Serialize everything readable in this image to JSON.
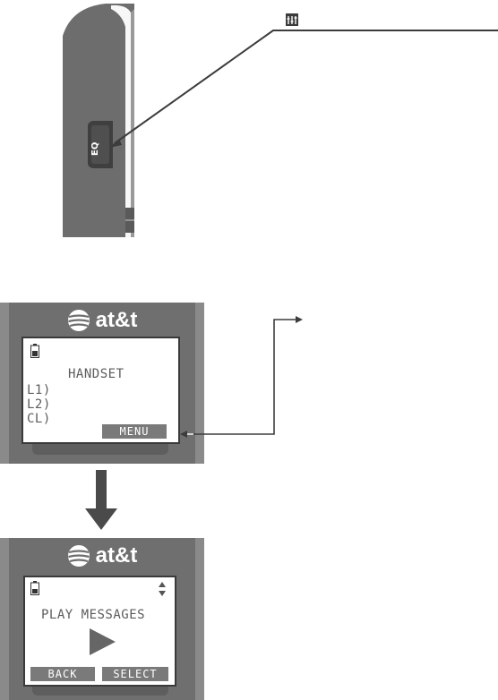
{
  "side_view": {
    "eq_key_label": "EQ",
    "callout_icon": "eq-sliders-icon"
  },
  "screen_idle": {
    "brand": "at&t",
    "title": "HANDSET",
    "lines": [
      "L1)",
      "L2)",
      "CL)"
    ],
    "softkey_right": "MENU",
    "icons": [
      "battery-icon"
    ]
  },
  "screen_menu": {
    "brand": "at&t",
    "title": "PLAY MESSAGES",
    "softkey_left": "BACK",
    "softkey_right": "SELECT",
    "icons": [
      "battery-icon",
      "scroll-arrows-icon",
      "play-icon"
    ]
  },
  "colors": {
    "housing": "#6f6f6f",
    "housing_edge": "#8a8a8a",
    "lcd_text": "#5c5c5c",
    "softkey": "#7a7a7a",
    "arrow": "#333333",
    "connector": "#3c3c3c"
  }
}
